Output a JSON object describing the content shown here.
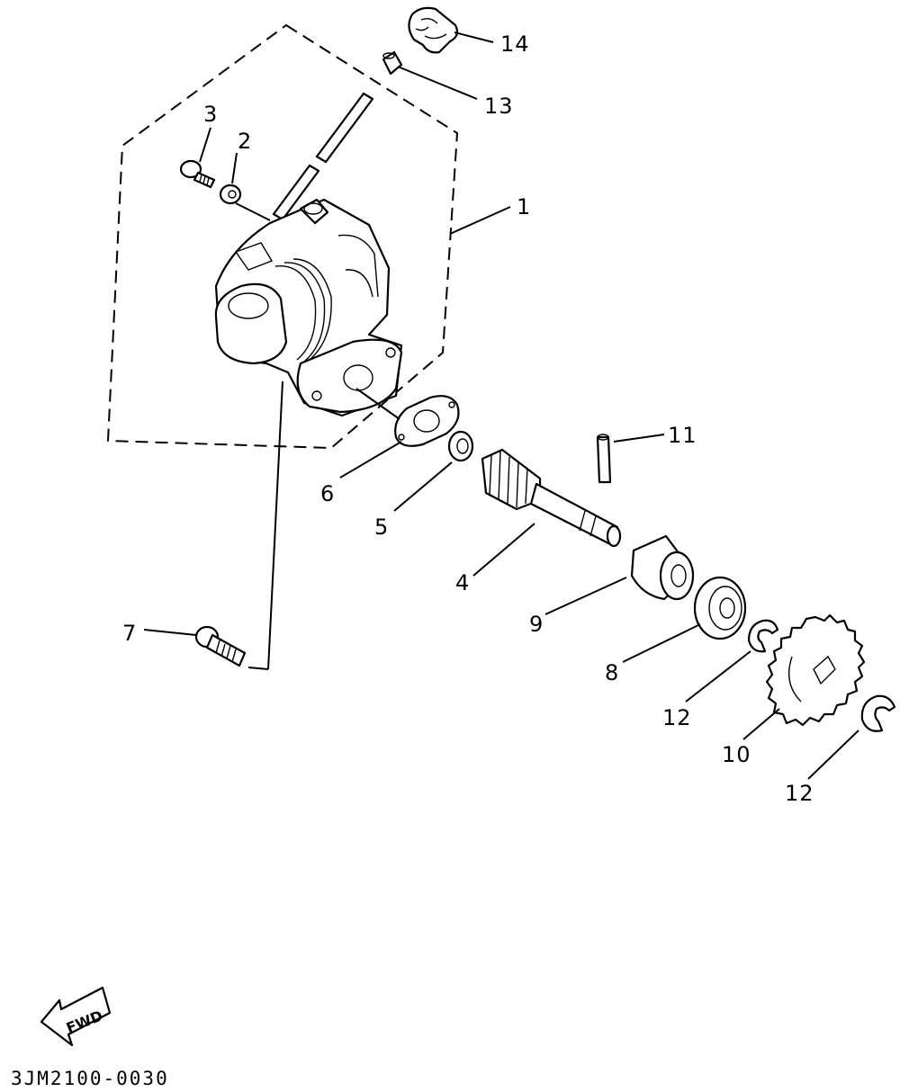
{
  "diagram": {
    "drawing_code": "3JM2100-0030",
    "fwd_label": "FWD",
    "callouts": {
      "c1": "1",
      "c2": "2",
      "c3": "3",
      "c4": "4",
      "c5": "5",
      "c6": "6",
      "c7": "7",
      "c8": "8",
      "c9": "9",
      "c10": "10",
      "c11": "11",
      "c12a": "12",
      "c12b": "12",
      "c13": "13",
      "c14": "14"
    }
  }
}
